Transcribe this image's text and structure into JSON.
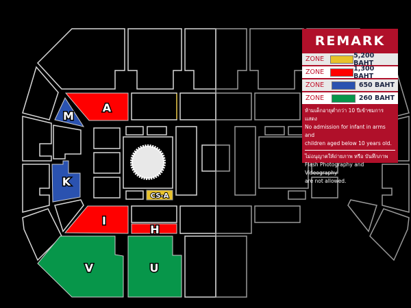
{
  "zones": {
    "A": "A",
    "M": "M",
    "K": "K",
    "I": "I",
    "H": "H",
    "V": "V",
    "U": "U",
    "CSA": "CS-A"
  },
  "remark": {
    "title": "REMARK",
    "rows": [
      {
        "label": "ZONE",
        "color": "#e8c22a",
        "price": "5,200 BAHT"
      },
      {
        "label": "ZONE",
        "color": "#ff0000",
        "price": "1,300 BAHT"
      },
      {
        "label": "ZONE",
        "color": "#2a52b0",
        "price": "650 BAHT"
      },
      {
        "label": "ZONE",
        "color": "#07964a",
        "price": "260 BAHT"
      }
    ],
    "note_thai_1": "ห้ามเด็กอายุต่ำกว่า 10 ปีเข้าชมการแสดง",
    "note_en_1a": "No admission for infant in arms and",
    "note_en_1b": "children aged below 10 years old.",
    "note_thai_2": "ไม่อนุญาตให้ถ่ายภาพ หรือ บันทึกภาพ",
    "note_en_2a": "Flash Photography and Videography",
    "note_en_2b": "are not allowed."
  }
}
